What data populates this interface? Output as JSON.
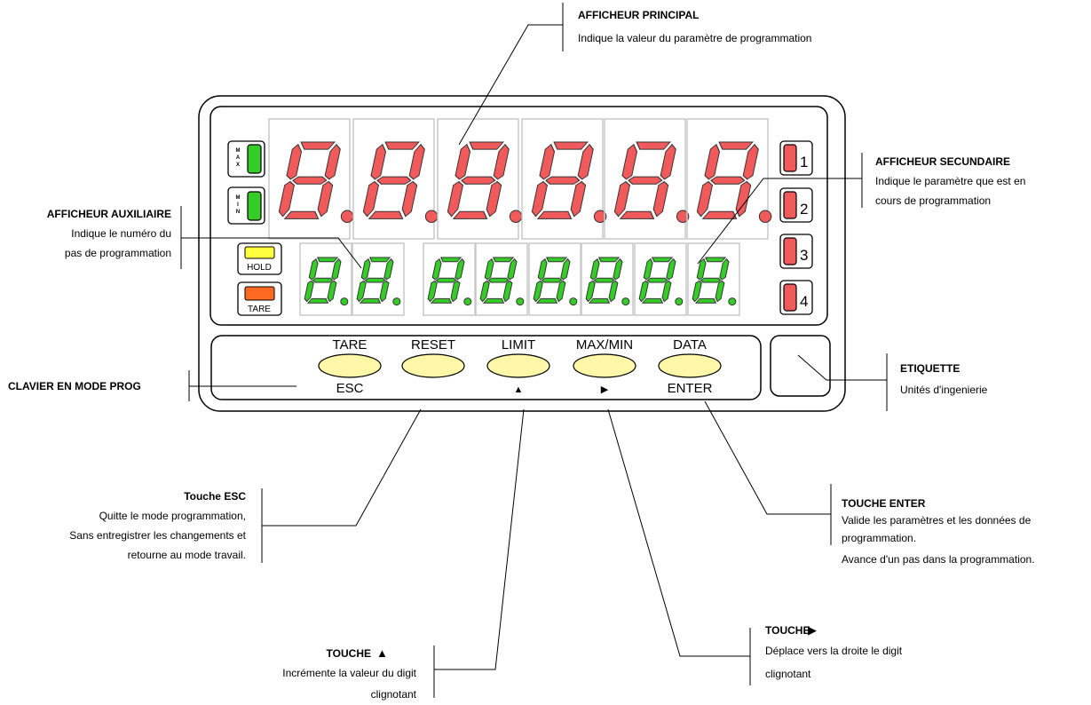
{
  "panel": {
    "leds_left": [
      {
        "label": "MAX",
        "color": "#35cc28"
      },
      {
        "label": "MIN",
        "color": "#35cc28"
      }
    ],
    "hold": {
      "label": "HOLD",
      "color": "#ffff40"
    },
    "tare": {
      "label": "TARE",
      "color": "#ff6a22"
    },
    "alarm_leds": [
      {
        "label": "1",
        "color": "#f05a5a"
      },
      {
        "label": "2",
        "color": "#f05a5a"
      },
      {
        "label": "3",
        "color": "#f05a5a"
      },
      {
        "label": "4",
        "color": "#f05a5a"
      }
    ],
    "main_display_color": "#f05a5a",
    "secondary_display_color": "#35cc28"
  },
  "keys": [
    {
      "top_label": "TARE",
      "bottom_label": "ESC"
    },
    {
      "top_label": "RESET",
      "bottom_label": ""
    },
    {
      "top_label": "LIMIT",
      "bottom_label": "▲"
    },
    {
      "top_label": "MAX/MIN",
      "bottom_label": "▶"
    },
    {
      "top_label": "DATA",
      "bottom_label": "ENTER"
    }
  ],
  "annotations": {
    "main_display": {
      "title": "AFFICHEUR PRINCIPAL",
      "text": "Indique la valeur du paramètre de programmation"
    },
    "secondary_display": {
      "title": "AFFICHEUR SECUNDAIRE",
      "line1": "Indique le paramètre que est en",
      "line2": "cours de programmation"
    },
    "aux_display": {
      "title": "AFFICHEUR AUXILIAIRE",
      "line1": "Indique le numéro du",
      "line2": "pas de programmation"
    },
    "keypad": {
      "title": "CLAVIER EN MODE PROG"
    },
    "label": {
      "title": "ETIQUETTE",
      "text": "Unités d'ingenierie"
    },
    "esc": {
      "title": "Touche ESC",
      "line1": "Quitte le mode programmation,",
      "line2": "Sans entregistrer les changements et",
      "line3": "retourne au mode travail."
    },
    "enter": {
      "title": "TOUCHE ENTER",
      "line1": "Valide les paramètres et les données de",
      "line2": "programmation.",
      "line3": "Avance d'un pas dans la programmation."
    },
    "up": {
      "title": "TOUCHE",
      "icon": "▲",
      "line1": "Incrémente la valeur du digit",
      "line2": "clignotant"
    },
    "right": {
      "title": "TOUCHE",
      "icon": "▶",
      "line1": "Déplace vers la droite le digit",
      "line2": "clignotant"
    }
  }
}
